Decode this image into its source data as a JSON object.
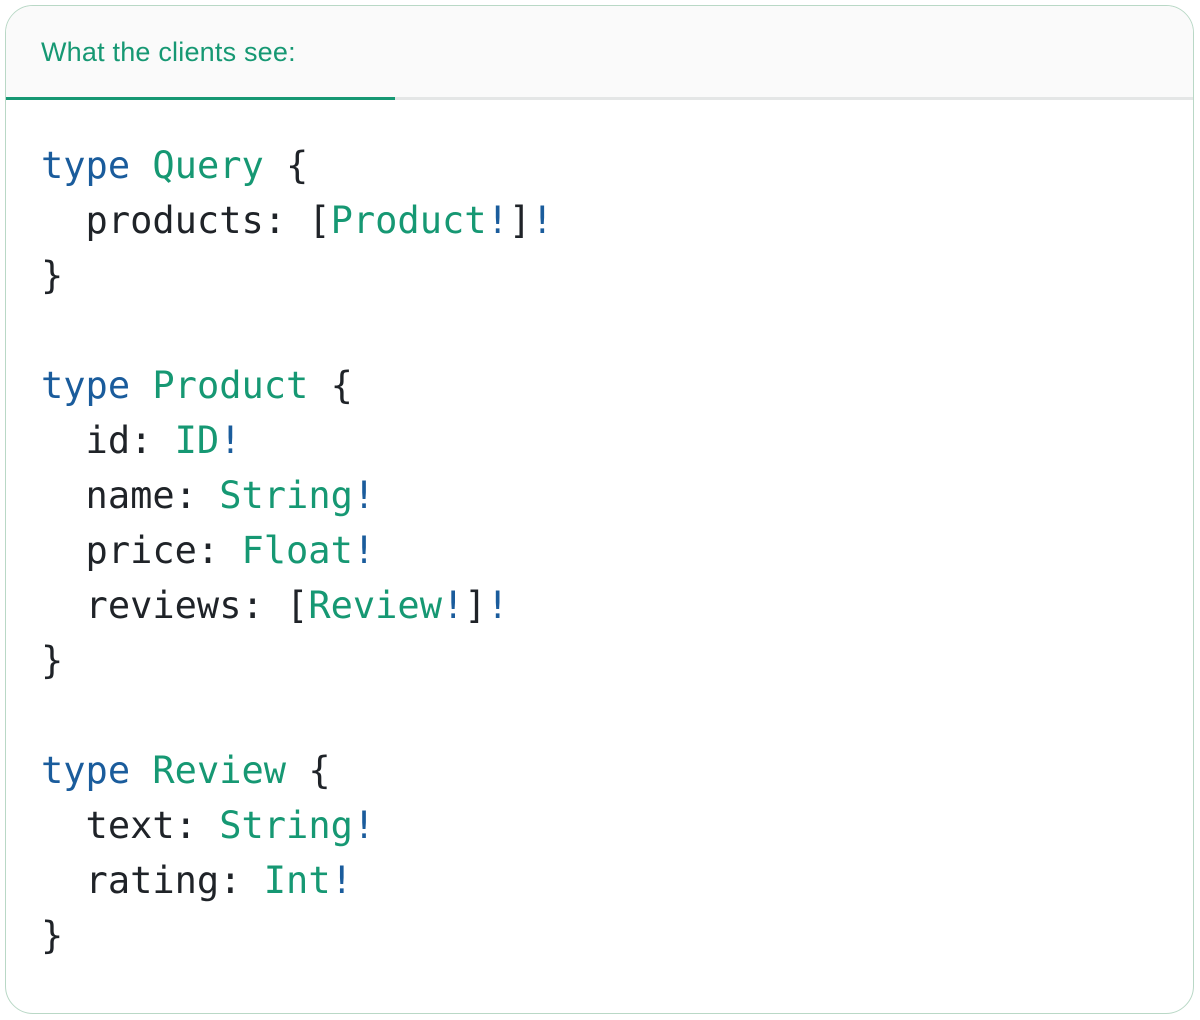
{
  "header": {
    "tab_label": "What the clients see:"
  },
  "colors": {
    "green": "#169873",
    "blue": "#1a5c9c",
    "dark": "#1f2328",
    "tab_bg": "#fafafa",
    "divider": "#e4e6e6",
    "panel_border": "#b9d8c6"
  },
  "code": {
    "language": "graphql",
    "lines": [
      {
        "tokens": [
          {
            "t": "type",
            "c": "keyword"
          },
          {
            "t": " ",
            "c": "plain"
          },
          {
            "t": "Query",
            "c": "typename"
          },
          {
            "t": " {",
            "c": "plain"
          }
        ]
      },
      {
        "tokens": [
          {
            "t": "  products: [",
            "c": "plain"
          },
          {
            "t": "Product",
            "c": "typename"
          },
          {
            "t": "!",
            "c": "keyword"
          },
          {
            "t": "]",
            "c": "plain"
          },
          {
            "t": "!",
            "c": "keyword"
          }
        ]
      },
      {
        "tokens": [
          {
            "t": "}",
            "c": "plain"
          }
        ]
      },
      {
        "tokens": []
      },
      {
        "tokens": [
          {
            "t": "type",
            "c": "keyword"
          },
          {
            "t": " ",
            "c": "plain"
          },
          {
            "t": "Product",
            "c": "typename"
          },
          {
            "t": " {",
            "c": "plain"
          }
        ]
      },
      {
        "tokens": [
          {
            "t": "  id: ",
            "c": "plain"
          },
          {
            "t": "ID",
            "c": "typename"
          },
          {
            "t": "!",
            "c": "keyword"
          }
        ]
      },
      {
        "tokens": [
          {
            "t": "  name: ",
            "c": "plain"
          },
          {
            "t": "String",
            "c": "typename"
          },
          {
            "t": "!",
            "c": "keyword"
          }
        ]
      },
      {
        "tokens": [
          {
            "t": "  price: ",
            "c": "plain"
          },
          {
            "t": "Float",
            "c": "typename"
          },
          {
            "t": "!",
            "c": "keyword"
          }
        ]
      },
      {
        "tokens": [
          {
            "t": "  reviews: [",
            "c": "plain"
          },
          {
            "t": "Review",
            "c": "typename"
          },
          {
            "t": "!",
            "c": "keyword"
          },
          {
            "t": "]",
            "c": "plain"
          },
          {
            "t": "!",
            "c": "keyword"
          }
        ]
      },
      {
        "tokens": [
          {
            "t": "}",
            "c": "plain"
          }
        ]
      },
      {
        "tokens": []
      },
      {
        "tokens": [
          {
            "t": "type",
            "c": "keyword"
          },
          {
            "t": " ",
            "c": "plain"
          },
          {
            "t": "Review",
            "c": "typename"
          },
          {
            "t": " {",
            "c": "plain"
          }
        ]
      },
      {
        "tokens": [
          {
            "t": "  text: ",
            "c": "plain"
          },
          {
            "t": "String",
            "c": "typename"
          },
          {
            "t": "!",
            "c": "keyword"
          }
        ]
      },
      {
        "tokens": [
          {
            "t": "  rating: ",
            "c": "plain"
          },
          {
            "t": "Int",
            "c": "typename"
          },
          {
            "t": "!",
            "c": "keyword"
          }
        ]
      },
      {
        "tokens": [
          {
            "t": "}",
            "c": "plain"
          }
        ]
      }
    ]
  }
}
